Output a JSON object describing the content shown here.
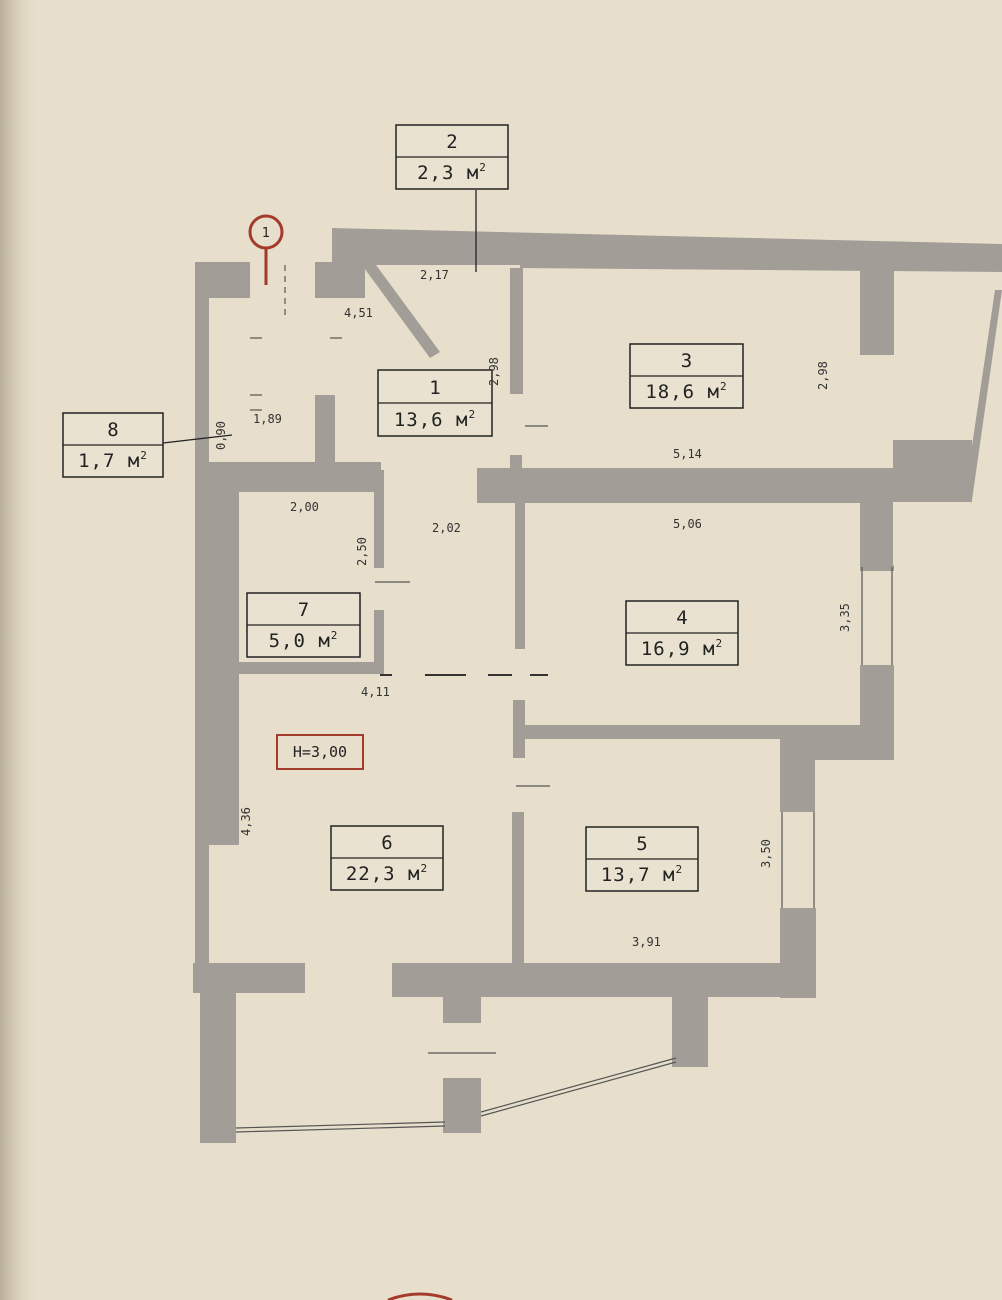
{
  "rooms": [
    {
      "number": "1",
      "area": "13,6 м",
      "sup": "2"
    },
    {
      "number": "2",
      "area": "2,3 м",
      "sup": "2"
    },
    {
      "number": "3",
      "area": "18,6 м",
      "sup": "2"
    },
    {
      "number": "4",
      "area": "16,9 м",
      "sup": "2"
    },
    {
      "number": "5",
      "area": "13,7 м",
      "sup": "2"
    },
    {
      "number": "6",
      "area": "22,3 м",
      "sup": "2"
    },
    {
      "number": "7",
      "area": "5,0 м",
      "sup": "2"
    },
    {
      "number": "8",
      "area": "1,7 м",
      "sup": "2"
    }
  ],
  "dimensions": [
    "2,17",
    "4,51",
    "2,98",
    "2,98",
    "1,89",
    "0,90",
    "5,14",
    "2,00",
    "2,02",
    "5,06",
    "2,50",
    "3,35",
    "4,11",
    "4,36",
    "3,50",
    "3,91"
  ],
  "height_label": "H=3,00",
  "section_marker": "1",
  "colors": {
    "wall": "#a29d97",
    "paper": "#e7dfcc",
    "marker": "#a33a2a",
    "ink": "#222222"
  }
}
